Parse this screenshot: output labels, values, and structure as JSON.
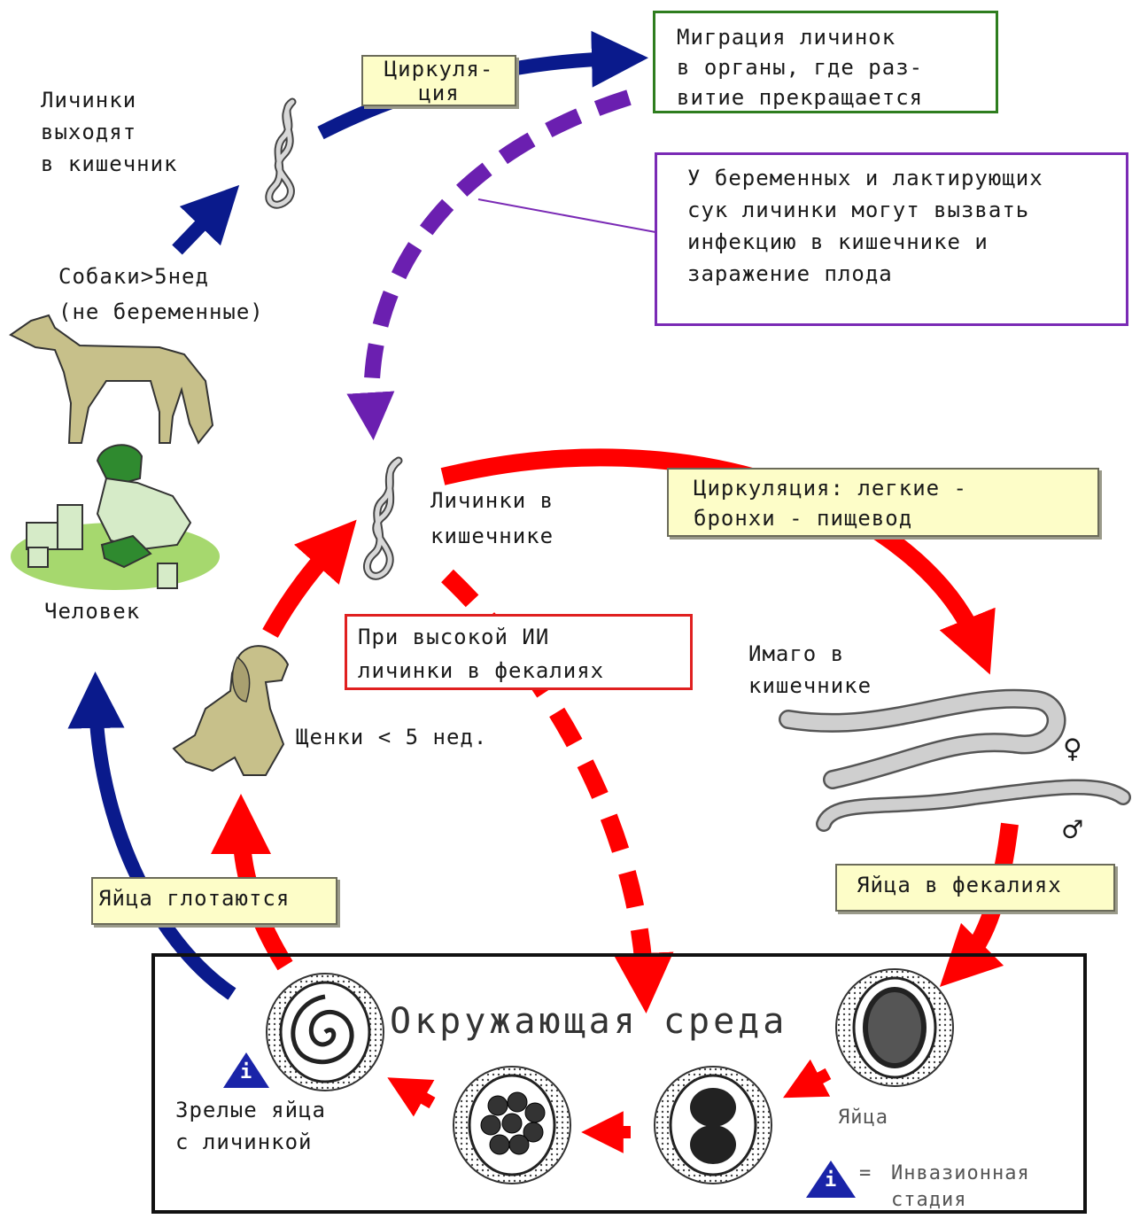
{
  "labels": {
    "larvae_exit": "Личинки\nвыходят\nв кишечник",
    "circulation_top": "Циркуля-\nция",
    "migration": "Миграция личинок\nв органы, где раз-\nвитие прекращается",
    "pregnant": "У беременных и лактирующих\nсук личинки могут вызвать\nинфекцию в кишечнике и\nзаражение плода",
    "dogs_over5": "Собаки>5нед\n(не беременные)",
    "human": "Человек",
    "larvae_in_intestine": "Личинки в\nкишечнике",
    "circulation_lungs": "Циркуляция: легкие -\nбронхи - пищевод",
    "high_infection": "При высокой ИИ\nличинки в фекалиях",
    "imago": "Имаго в\nкишечнике",
    "puppies": "Щенки < 5 нед.",
    "eggs_swallowed": "Яйца глотаются",
    "eggs_in_feces": "Яйца в фекалиях",
    "environment": "Окружающая среда",
    "mature_eggs": "Зрелые яйца\nс личинкой",
    "eggs": "Яйца",
    "invasive_stage": "Инвазионная\nстадия",
    "equals": "=",
    "female_symbol": "♀",
    "male_symbol": "♂",
    "info_letter": "i"
  },
  "colors": {
    "blue_arrow": "#0a1a8c",
    "red_arrow": "#ff0000",
    "purple_arrow": "#6b1fb0",
    "green_box": "#2e7d1e",
    "purple_box": "#7a2ab5",
    "red_box": "#e02020",
    "label_bg": "#fdfdc8",
    "animal_fill": "#c7c08a"
  },
  "icons": [
    "larva-icon",
    "dog-icon",
    "child-icon",
    "puppy-icon",
    "adult-worm-female-icon",
    "adult-worm-male-icon",
    "egg-icon",
    "info-triangle-icon"
  ]
}
